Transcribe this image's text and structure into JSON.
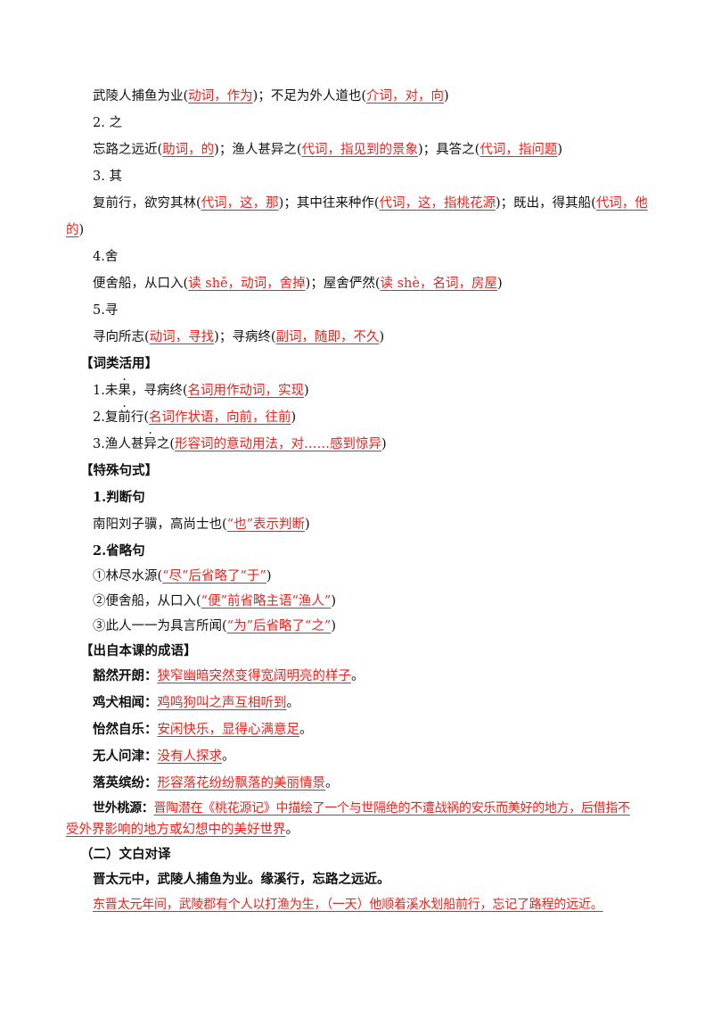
{
  "doc": {
    "l1": {
      "a": "武陵人捕鱼为业(",
      "b": "动词，作为",
      "c": ")；不足为外人道也(",
      "d": "介词，对，向",
      "e": ")"
    },
    "h2": "2. 之",
    "l2": {
      "a": "忘路之远近(",
      "b": "助词，的",
      "c": ")；渔人甚异之(",
      "d": "代词，指见到的景象",
      "e": ")；具答之(",
      "f": "代词，指问题",
      "g": ")"
    },
    "h3": "3. 其",
    "l3": {
      "a": "复前行，欲穷其林(",
      "b": "代词，这，那",
      "c": ")；其中往来种作(",
      "d": "代词，这，指桃花源",
      "e": ")；既出，得其船(",
      "f": "代词，他",
      "g": "的",
      "h": ")"
    },
    "h4": "4.舍",
    "l4": {
      "a": "便舍船，从口入(",
      "b": "读 shě，动词，舍掉",
      "c": ")；屋舍俨然(",
      "d": "读 shè，名词，房屋",
      "e": ")"
    },
    "h5": "5.寻",
    "l5": {
      "a": "寻向所志(",
      "b": "动词，寻找",
      "c": ")；寻病终(",
      "d": "副词，随即，不久",
      "e": ")"
    },
    "s1": "【词类活用】",
    "c1": {
      "a": "1.未",
      "dot": "果",
      "b": "，寻病终(",
      "c": "名词用作动词，实现",
      "d": ")"
    },
    "c2": {
      "a": "2.复",
      "dot": "前",
      "b": "行(",
      "c": "名词作状语，向前，往前",
      "d": ")"
    },
    "c3": {
      "a": "3.渔人甚",
      "dot": "异",
      "b": "之(",
      "c": "形容词的意动用法，对……感到惊异",
      "d": ")"
    },
    "s2": "【特殊句式】",
    "j1": "1.判断句",
    "j1l": {
      "a": "南阳刘子骥，高尚士也(",
      "b": "“也”表示判断",
      "c": ")"
    },
    "j2": "2.省略句",
    "o1": {
      "a": "①林尽水源(",
      "b": "“尽”后省略了“于”",
      "c": ")"
    },
    "o2": {
      "a": "②便舍船，从口入(",
      "b": "“便”前省略主语“渔人”",
      "c": ")"
    },
    "o3": {
      "a": "③此人一一为具言所闻(",
      "b": "“为”后省略了“之”",
      "c": ")"
    },
    "s3": "【出自本课的成语】",
    "idioms": [
      {
        "term": "豁然开朗：",
        "def": "狭窄幽暗突然变得宽阔明亮的样子",
        "end": "。"
      },
      {
        "term": "鸡犬相闻：",
        "def": "鸡鸣狗叫之声互相听到",
        "end": "。"
      },
      {
        "term": "怡然自乐：",
        "def": "安闲快乐，显得心满意足",
        "end": "。"
      },
      {
        "term": "无人问津：",
        "def": "没有人探求",
        "end": "。"
      },
      {
        "term": "落英缤纷：",
        "def": "形容落花纷纷飘落的美丽情景",
        "end": "。"
      }
    ],
    "shiwai": {
      "term": "世外桃源：",
      "def1": "晋陶潜在《桃花源记》中描绘了一个与世隔绝的不遭战祸的安乐而美好的地方，后借指不",
      "def2": "受外界影响的地方或幻想中的美好世界",
      "end": "。"
    },
    "s4": "（二）文白对译",
    "orig": "晋太元中，武陵人捕鱼为业。缘溪行，忘路之远近。",
    "trans": "东晋太元年间，武陵郡有个人以打渔为生，（一天）他顺着溪水划船前行，忘记了路程的远近。"
  }
}
